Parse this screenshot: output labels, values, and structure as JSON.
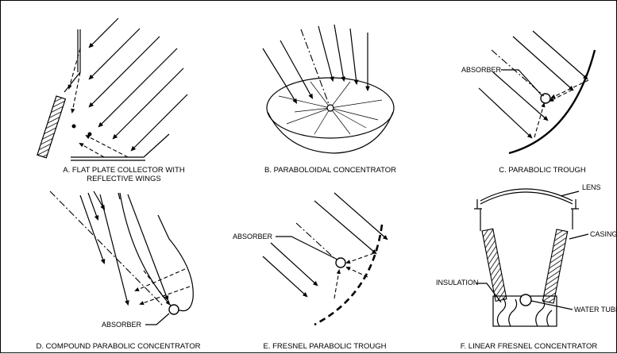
{
  "panels": {
    "a": {
      "caption_line1": "A. FLAT PLATE COLLECTOR WITH",
      "caption_line2": "REFLECTIVE WINGS"
    },
    "b": {
      "caption": "B. PARABOLOIDAL CONCENTRATOR"
    },
    "c": {
      "caption": "C. PARABOLIC TROUGH",
      "absorber_label": "ABSORBER"
    },
    "d": {
      "caption": "D. COMPOUND PARABOLIC CONCENTRATOR",
      "absorber_label": "ABSORBER"
    },
    "e": {
      "caption": "E. FRESNEL PARABOLIC TROUGH",
      "absorber_label": "ABSORBER"
    },
    "f": {
      "caption": "F. LINEAR FRESNEL CONCENTRATOR",
      "lens_label": "LENS",
      "casing_label": "CASING",
      "insulation_label": "INSULATION",
      "water_tube_label": "WATER TUBE"
    }
  }
}
